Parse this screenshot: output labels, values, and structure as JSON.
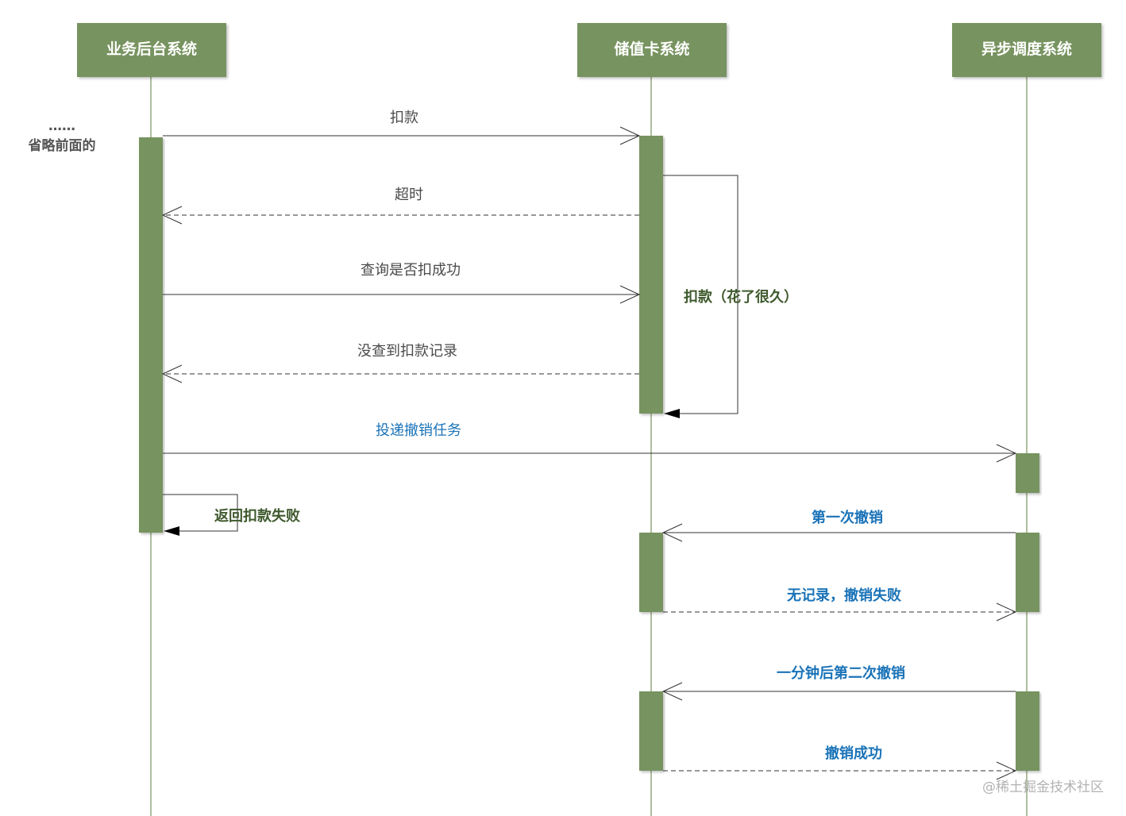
{
  "participants": {
    "business": "业务后台系统",
    "card": "储值卡系统",
    "async": "异步调度系统"
  },
  "note": {
    "dots": "……",
    "text": "省略前面的"
  },
  "messages": {
    "deduct": "扣款",
    "timeout": "超时",
    "query": "查询是否扣成功",
    "no_record": "没查到扣款记录",
    "self_deduct": "扣款（花了很久）",
    "post_cancel": "投递撤销任务",
    "return_fail": "返回扣款失败",
    "first_cancel": "第一次撤销",
    "no_record_cancel_fail": "无记录，撤销失败",
    "second_cancel": "一分钟后第二次撤销",
    "cancel_success": "撤销成功"
  },
  "watermark": "@稀土掘金技术社区",
  "colors": {
    "box_fill": "#77935f",
    "lifeline": "#77935f",
    "arrow": "#333333",
    "blue_text": "#1a73b8"
  }
}
